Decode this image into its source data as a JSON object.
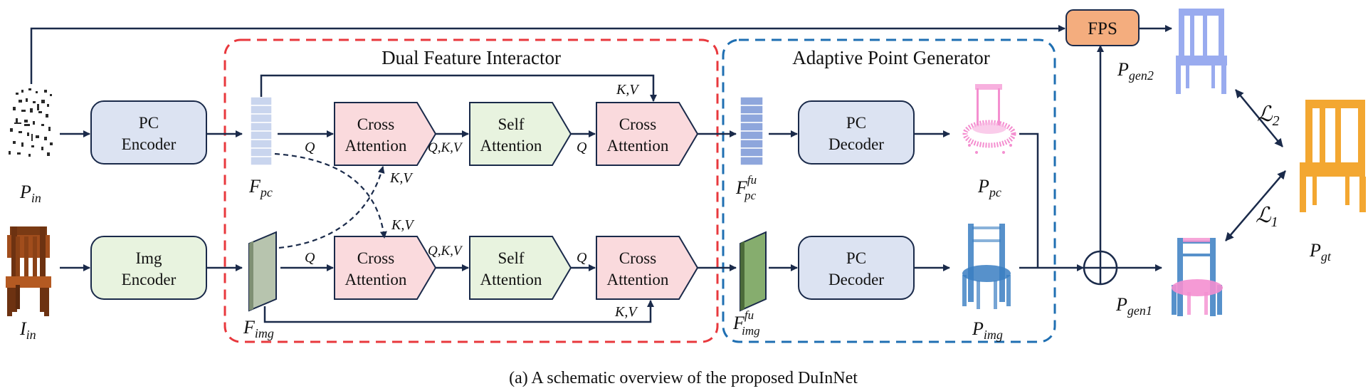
{
  "figure": {
    "caption": "(a) A schematic overview of the proposed DuInNet",
    "colors": {
      "dual_box": "#e8383d",
      "adaptive_box": "#1f6fb2",
      "encoder_pc_fill": "#dce3f2",
      "encoder_img_fill": "#e8f3df",
      "cross_fill": "#fadadd",
      "self_fill": "#e8f3df",
      "fps_fill": "#f4ad7e",
      "arrow": "#1a2a4a",
      "pc_feature": "#c9d5ee",
      "pc_fu_feature": "#8ea6dc",
      "img_feature": "#b7c4ae",
      "img_fu_feature": "#86ad6e",
      "pc_pink": "#f48fd0",
      "pc_blue": "#3a7ec2",
      "gen2_blue": "#8fa3ee",
      "gt_orange": "#f2a020"
    },
    "dual_interactor": {
      "title": "Dual Feature Interactor"
    },
    "adaptive_generator": {
      "title": "Adaptive Point Generator"
    },
    "blocks": {
      "pc_encoder": [
        "PC",
        "Encoder"
      ],
      "img_encoder": [
        "Img",
        "Encoder"
      ],
      "cross_top_1": [
        "Cross",
        "Attention"
      ],
      "self_top": [
        "Self",
        "Attention"
      ],
      "cross_top_2": [
        "Cross",
        "Attention"
      ],
      "cross_bot_1": [
        "Cross",
        "Attention"
      ],
      "self_bot": [
        "Self",
        "Attention"
      ],
      "cross_bot_2": [
        "Cross",
        "Attention"
      ],
      "pc_decoder_top": [
        "PC",
        "Decoder"
      ],
      "pc_decoder_bot": [
        "PC",
        "Decoder"
      ],
      "fps": "FPS"
    },
    "edge_labels": {
      "q": "Q",
      "qkv": "Q,K,V",
      "kv": "K,V"
    },
    "symbols": {
      "p_in": {
        "base": "P",
        "sub": "in"
      },
      "i_in": {
        "base": "I",
        "sub": "in"
      },
      "f_pc": {
        "base": "F",
        "sub": "pc"
      },
      "f_img": {
        "base": "F",
        "sub": "img"
      },
      "f_pc_fu": {
        "base": "F",
        "sub": "pc",
        "sup": "fu"
      },
      "f_img_fu": {
        "base": "F",
        "sub": "img",
        "sup": "fu"
      },
      "p_pc": {
        "base": "P",
        "sub": "pc"
      },
      "p_img": {
        "base": "P",
        "sub": "img"
      },
      "p_gen2": {
        "base": "P",
        "sub": "gen2"
      },
      "p_gen1": {
        "base": "P",
        "sub": "gen1"
      },
      "p_gt": {
        "base": "P",
        "sub": "gt"
      },
      "l2": {
        "base": "ℒ",
        "sub": "2"
      },
      "l1": {
        "base": "ℒ",
        "sub": "1"
      }
    },
    "icons": {
      "partial_cloud": "partial-point-cloud-icon",
      "chair_image": "chair-photo-icon",
      "sum": "circle-plus-icon"
    }
  }
}
